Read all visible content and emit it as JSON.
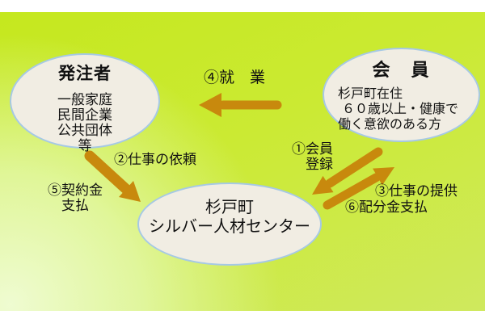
{
  "diagram": {
    "nodes": {
      "orderer": {
        "title": "発注者",
        "lines": [
          "一般家庭",
          "民間企業",
          "公共団体",
          "等"
        ]
      },
      "member": {
        "title": "会　員",
        "lines": [
          "杉戸町在住",
          "６０歳以上・健康で",
          "働く意欲のある方"
        ]
      },
      "center": {
        "lines": [
          "杉戸町",
          "シルバー人材センター"
        ]
      }
    },
    "labels": {
      "member_registration": [
        "①会員",
        "登録"
      ],
      "job_request": "②仕事の依頼",
      "job_provision": "③仕事の提供",
      "employment": "④就　業",
      "contract_payment": [
        "⑤契約金",
        "支払"
      ],
      "distribution_payment": "⑥配分金支払"
    },
    "colors": {
      "arrow": "#c8890d",
      "ellipse_fill": "#f1ede3",
      "ellipse_border": "#a6c9e4",
      "background_bright": "#c5e81e",
      "background_light": "#eefcd8",
      "text": "#111111"
    }
  }
}
